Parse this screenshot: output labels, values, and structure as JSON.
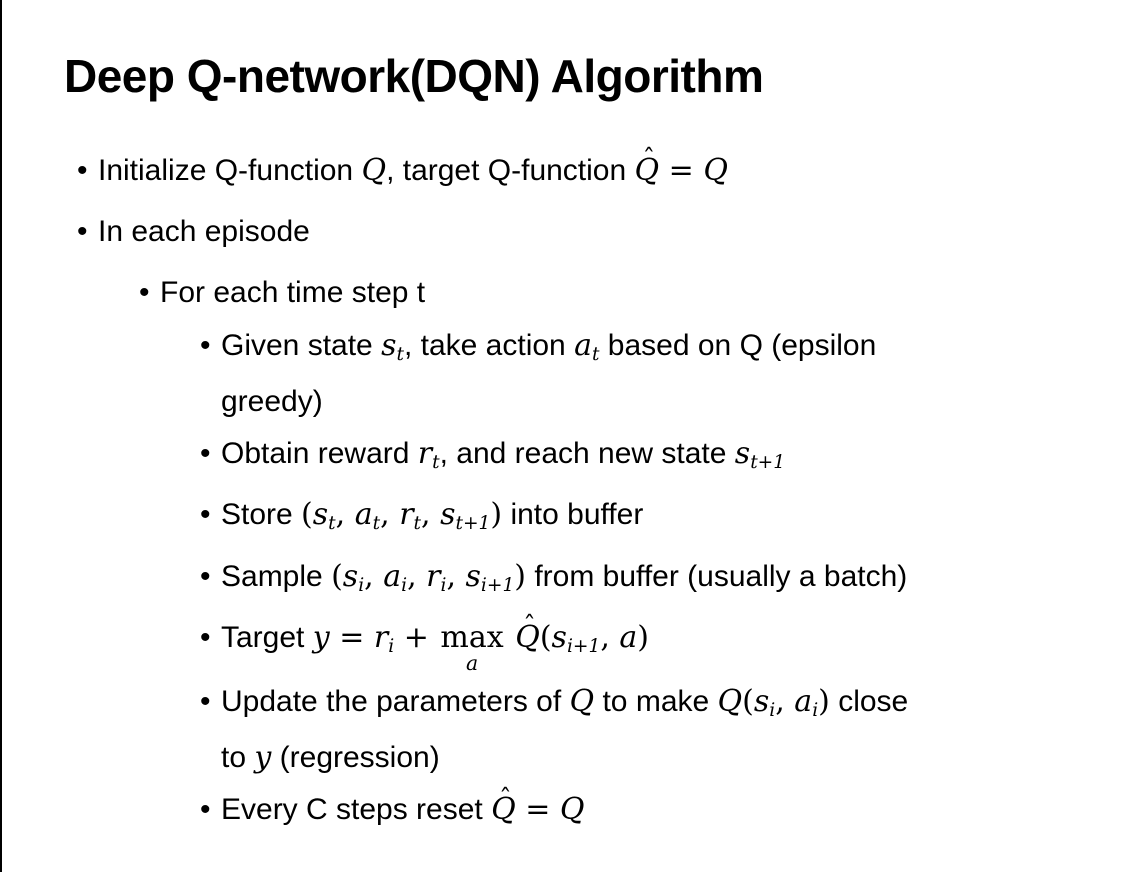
{
  "slide": {
    "title": "Deep Q-network(DQN) Algorithm",
    "bullet_char": "•",
    "colors": {
      "background": "#ffffff",
      "text": "#000000",
      "edge_border": "#000000"
    },
    "bullets": [
      {
        "level": 1,
        "segments": [
          {
            "t": "text",
            "v": "Initialize Q-function "
          },
          {
            "t": "math",
            "v": "Q"
          },
          {
            "t": "text",
            "v": ", target Q-function "
          },
          {
            "t": "math",
            "v": "Q",
            "hat": true
          },
          {
            "t": "op",
            "v": " = "
          },
          {
            "t": "math",
            "v": "Q"
          }
        ]
      },
      {
        "level": 1,
        "segments": [
          {
            "t": "text",
            "v": "In each episode"
          }
        ]
      },
      {
        "level": 2,
        "segments": [
          {
            "t": "text",
            "v": "For each time step t"
          }
        ]
      },
      {
        "level": 3,
        "segments": [
          {
            "t": "text",
            "v": "Given state "
          },
          {
            "t": "math",
            "v": "s",
            "sub": "t"
          },
          {
            "t": "text",
            "v": ", take action "
          },
          {
            "t": "math",
            "v": "a",
            "sub": "t"
          },
          {
            "t": "text",
            "v": " based on Q (epsilon"
          },
          {
            "t": "br"
          },
          {
            "t": "text",
            "v": "greedy)"
          }
        ]
      },
      {
        "level": 3,
        "segments": [
          {
            "t": "text",
            "v": "Obtain reward "
          },
          {
            "t": "math",
            "v": "r",
            "sub": "t"
          },
          {
            "t": "text",
            "v": ", and reach new state "
          },
          {
            "t": "math",
            "v": "s",
            "sub": "t+1"
          }
        ]
      },
      {
        "level": 3,
        "segments": [
          {
            "t": "text",
            "v": "Store "
          },
          {
            "t": "op",
            "v": "("
          },
          {
            "t": "math",
            "v": "s",
            "sub": "t"
          },
          {
            "t": "op",
            "v": ", "
          },
          {
            "t": "math",
            "v": "a",
            "sub": "t"
          },
          {
            "t": "op",
            "v": ", "
          },
          {
            "t": "math",
            "v": "r",
            "sub": "t"
          },
          {
            "t": "op",
            "v": ", "
          },
          {
            "t": "math",
            "v": "s",
            "sub": "t+1"
          },
          {
            "t": "op",
            "v": ")"
          },
          {
            "t": "text",
            "v": " into buffer"
          }
        ]
      },
      {
        "level": 3,
        "segments": [
          {
            "t": "text",
            "v": "Sample "
          },
          {
            "t": "op",
            "v": "("
          },
          {
            "t": "math",
            "v": "s",
            "sub": "i"
          },
          {
            "t": "op",
            "v": ", "
          },
          {
            "t": "math",
            "v": "a",
            "sub": "i"
          },
          {
            "t": "op",
            "v": ", "
          },
          {
            "t": "math",
            "v": "r",
            "sub": "i"
          },
          {
            "t": "op",
            "v": ", "
          },
          {
            "t": "math",
            "v": "s",
            "sub": "i+1"
          },
          {
            "t": "op",
            "v": ")"
          },
          {
            "t": "text",
            "v": " from buffer (usually a batch)"
          }
        ]
      },
      {
        "level": 3,
        "segments": [
          {
            "t": "text",
            "v": "Target "
          },
          {
            "t": "math",
            "v": "y"
          },
          {
            "t": "op",
            "v": " = "
          },
          {
            "t": "math",
            "v": "r",
            "sub": "i"
          },
          {
            "t": "op",
            "v": " + "
          },
          {
            "t": "munder",
            "v": "max",
            "under": "a"
          },
          {
            "t": "op",
            "v": " "
          },
          {
            "t": "math",
            "v": "Q",
            "hat": true
          },
          {
            "t": "op",
            "v": "("
          },
          {
            "t": "math",
            "v": "s",
            "sub": "i+1"
          },
          {
            "t": "op",
            "v": ", "
          },
          {
            "t": "math",
            "v": "a"
          },
          {
            "t": "op",
            "v": ")"
          }
        ]
      },
      {
        "level": 3,
        "segments": [
          {
            "t": "text",
            "v": "Update the parameters of "
          },
          {
            "t": "math",
            "v": "Q"
          },
          {
            "t": "text",
            "v": " to make "
          },
          {
            "t": "math",
            "v": "Q"
          },
          {
            "t": "op",
            "v": "("
          },
          {
            "t": "math",
            "v": "s",
            "sub": "i"
          },
          {
            "t": "op",
            "v": ", "
          },
          {
            "t": "math",
            "v": "a",
            "sub": "i"
          },
          {
            "t": "op",
            "v": ")"
          },
          {
            "t": "text",
            "v": " close"
          },
          {
            "t": "br"
          },
          {
            "t": "text",
            "v": "to "
          },
          {
            "t": "math",
            "v": "y"
          },
          {
            "t": "text",
            "v": " (regression)"
          }
        ]
      },
      {
        "level": 3,
        "segments": [
          {
            "t": "text",
            "v": "Every C steps reset "
          },
          {
            "t": "math",
            "v": "Q",
            "hat": true
          },
          {
            "t": "op",
            "v": " = "
          },
          {
            "t": "math",
            "v": "Q"
          }
        ]
      }
    ]
  }
}
